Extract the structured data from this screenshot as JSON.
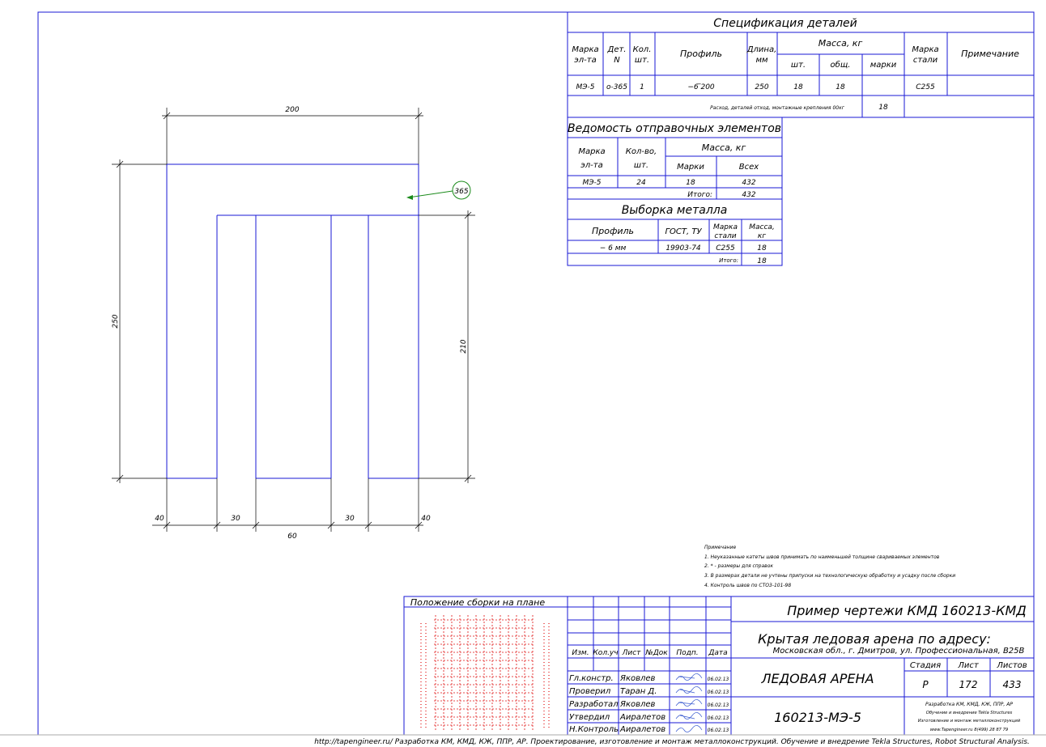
{
  "spec": {
    "title": "Спецификация деталей",
    "headers": {
      "mark": "Марка эл-та",
      "det": "Дет. N",
      "qty": "Кол. шт.",
      "profile": "Профиль",
      "length": "Длина, мм",
      "mass": "Масса, кг",
      "mass_pc": "шт.",
      "mass_total": "общ.",
      "mass_mark": "марки",
      "steel": "Марка стали",
      "note": "Примечание"
    },
    "row": {
      "mark": "МЭ-5",
      "det": "о-365",
      "qty": "1",
      "profile": "−6 ̅200",
      "length": "250",
      "mass_pc": "18",
      "mass_total": "18",
      "mass_mark": "",
      "steel": "С255",
      "note": ""
    },
    "footer_label": "Расход, деталей отход, монтажные крепления 00кг",
    "footer_value": "18"
  },
  "shipping": {
    "title": "Ведомость отправочных элементов",
    "headers": {
      "mark": "Марка эл-та",
      "qty": "Кол-во, шт.",
      "mass": "Масса, кг",
      "mass_mark": "Марки",
      "mass_all": "Всех"
    },
    "row": {
      "mark": "МЭ-5",
      "qty": "24",
      "mass_mark": "18",
      "mass_all": "432"
    },
    "total_label": "Итого:",
    "total_value": "432"
  },
  "metal": {
    "title": "Выборка металла",
    "headers": {
      "profile": "Профиль",
      "gost": "ГОСТ, ТУ",
      "steel": "Марка стали",
      "mass": "Масса, кг"
    },
    "row": {
      "profile": "− 6 мм",
      "gost": "19903-74",
      "steel": "С255",
      "mass": "18"
    },
    "total_label": "Итого:",
    "total_value": "18"
  },
  "dimensions": {
    "width_top": "200",
    "height_left": "250",
    "height_right": "210",
    "bottom_a": "40",
    "bottom_b": "30",
    "bottom_c": "30",
    "bottom_d": "40",
    "bottom_span": "60",
    "part_callout": "365"
  },
  "notes": {
    "title": "Примечание",
    "items": [
      "1. Неуказанные катеты швов принимать по наименьшей толщине свариваемых элементов",
      "2. * - размеры для справок",
      "3. В размерах детали не учтены припуски на технологическую обработку и усадку после сборки",
      "4. Контроль швов по СТО3-101-98"
    ]
  },
  "titleblock": {
    "plan_title": "Положение сборки на плане",
    "project": "Пример чертежи КМД  160213-КМД",
    "object_title": "Крытая ледовая арена по адресу:",
    "object_address": "Московская обл., г. Дмитров, ул. Профессиональная, В25В",
    "stage_label": "Стадия",
    "sheet_label": "Лист",
    "sheets_label": "Листов",
    "stage": "Р",
    "sheet": "172",
    "sheets": "433",
    "building": "ЛЕДОВАЯ АРЕНА",
    "drawing_code": "160213-МЭ-5",
    "col_headers": [
      "Изм.",
      "Кол.уч",
      "Лист",
      "№Док",
      "Подп.",
      "Дата"
    ],
    "roles": [
      {
        "role": "Гл.констр.",
        "name": "Яковлев",
        "date": "06.02.13"
      },
      {
        "role": "Проверил",
        "name": "Таран Д.",
        "date": "06.02.13"
      },
      {
        "role": "Разработал",
        "name": "Яковлев",
        "date": "06.02.13"
      },
      {
        "role": "Утвердил",
        "name": "Аиралетов",
        "date": "06.02.13"
      },
      {
        "role": "Н.Контроль",
        "name": "Аиралетов",
        "date": "06.02.13"
      }
    ],
    "company_lines": [
      "Разработка КМ, КМД, КЖ, ППР, АР",
      "Обучение и внедрение Tekla Structures",
      "Изготовление и монтаж металлоконструкций",
      "www.Tapengineer.ru        8(499) 28 87 79"
    ]
  },
  "footer": "http://tapengineer.ru/  Разработка КМ, КМД, КЖ, ППР, АР. Проектирование, изготовление и монтаж металлоконструкций. Обучение и внедрение Tekla Structures, Robot Structural Analysis."
}
